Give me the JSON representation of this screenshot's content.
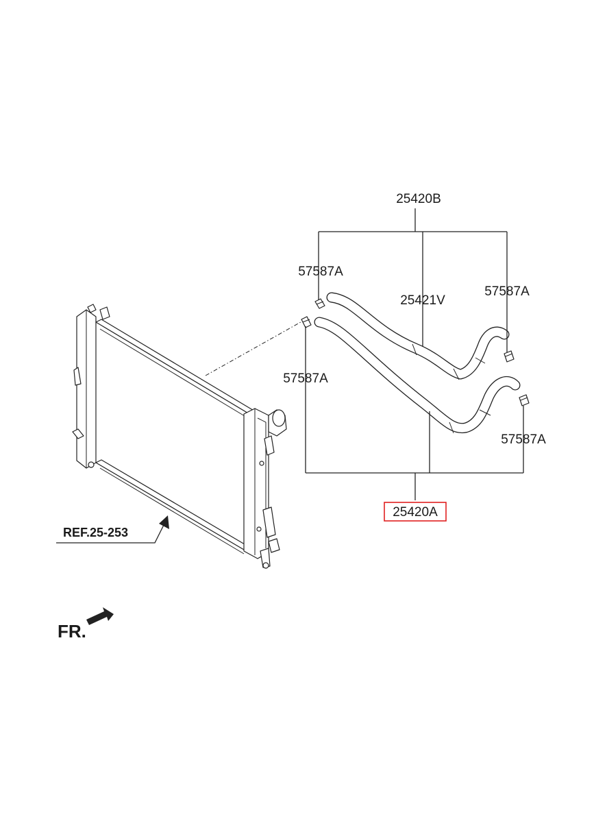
{
  "labels": {
    "assembly_b": "25420B",
    "clamp_top_left": "57587A",
    "hose_v": "25421V",
    "clamp_top_right": "57587A",
    "clamp_mid_left": "57587A",
    "clamp_bottom_right": "57587A",
    "assembly_a": "25420A",
    "reference": "REF.25-253",
    "front": "FR."
  },
  "highlighted_part": "25420A",
  "colors": {
    "highlight": "#e02020",
    "line": "#222222",
    "background": "#ffffff"
  }
}
